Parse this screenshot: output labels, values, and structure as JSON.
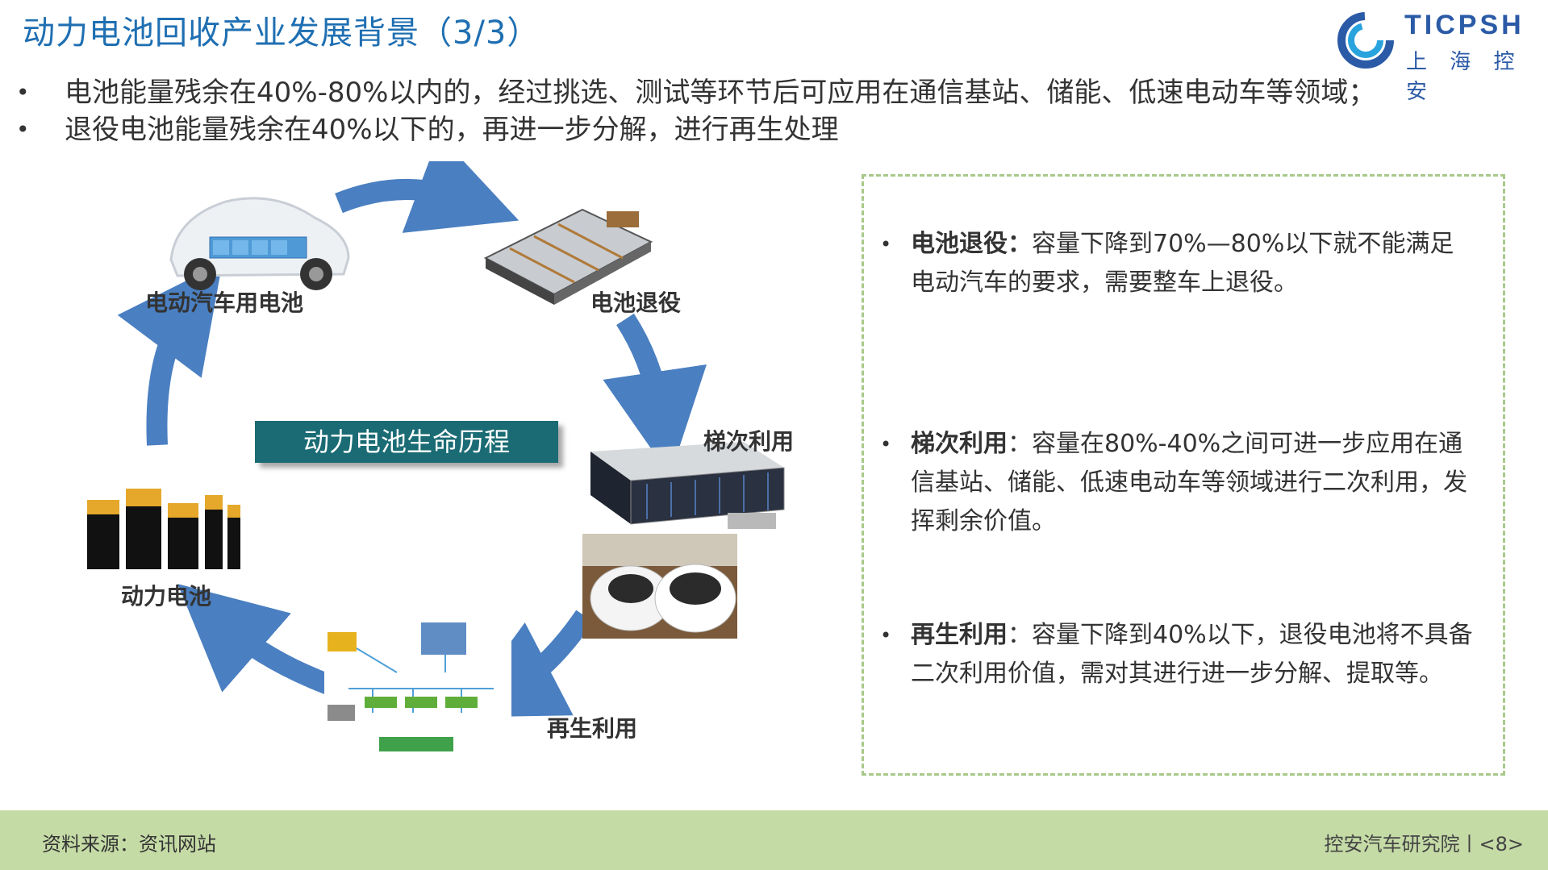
{
  "slide": {
    "title": "动力电池回收产业发展背景（3/3）"
  },
  "logo": {
    "text_en": "TICPSH",
    "text_cn": "上 海 控 安"
  },
  "bullets": [
    "电池能量残余在40%-80%以内的，经过挑选、测试等环节后可应用在通信基站、储能、低速电动车等领域；",
    "退役电池能量残余在40%以下的，再进一步分解，进行再生处理"
  ],
  "diagram": {
    "center_label": "动力电池生命历程",
    "nodes": {
      "ev_battery": "电动汽车用电池",
      "retire": "电池退役",
      "cascade": "梯次利用",
      "recycle": "再生利用",
      "power_battery": "动力电池"
    },
    "arrow_color": "#4a7fc1"
  },
  "panel": {
    "items": [
      {
        "term": "电池退役",
        "sep": "：",
        "desc": "容量下降到70%—80%以下就不能满足电动汽车的要求，需要整车上退役。"
      },
      {
        "term": "梯次利用",
        "sep": "：",
        "desc": "容量在80%-40%之间可进一步应用在通信基站、储能、低速电动车等领域进行二次利用，发挥剩余价值。"
      },
      {
        "term": "再生利用",
        "sep": "：",
        "desc": "容量下降到40%以下，退役电池将不具备二次利用价值，需对其进行进一步分解、提取等。"
      }
    ]
  },
  "footer": {
    "source": "资料来源：资讯网站",
    "institute": "控安汽车研究院丨<8>"
  }
}
